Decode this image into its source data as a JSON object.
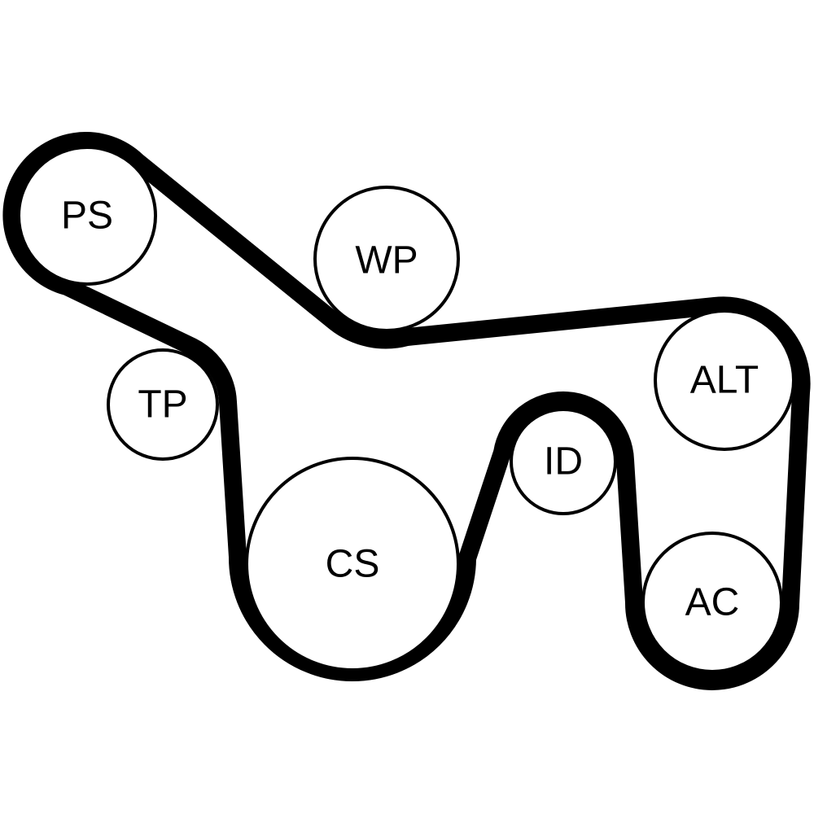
{
  "diagram": {
    "type": "serpentine belt routing",
    "colors": {
      "belt": "#000000",
      "pulley_stroke": "#000000",
      "background": "#ffffff"
    },
    "pulleys": [
      {
        "id": "ps",
        "label": "PS"
      },
      {
        "id": "wp",
        "label": "WP"
      },
      {
        "id": "tp",
        "label": "TP"
      },
      {
        "id": "cs",
        "label": "CS"
      },
      {
        "id": "id",
        "label": "ID"
      },
      {
        "id": "alt",
        "label": "ALT"
      },
      {
        "id": "ac",
        "label": "AC"
      }
    ]
  }
}
